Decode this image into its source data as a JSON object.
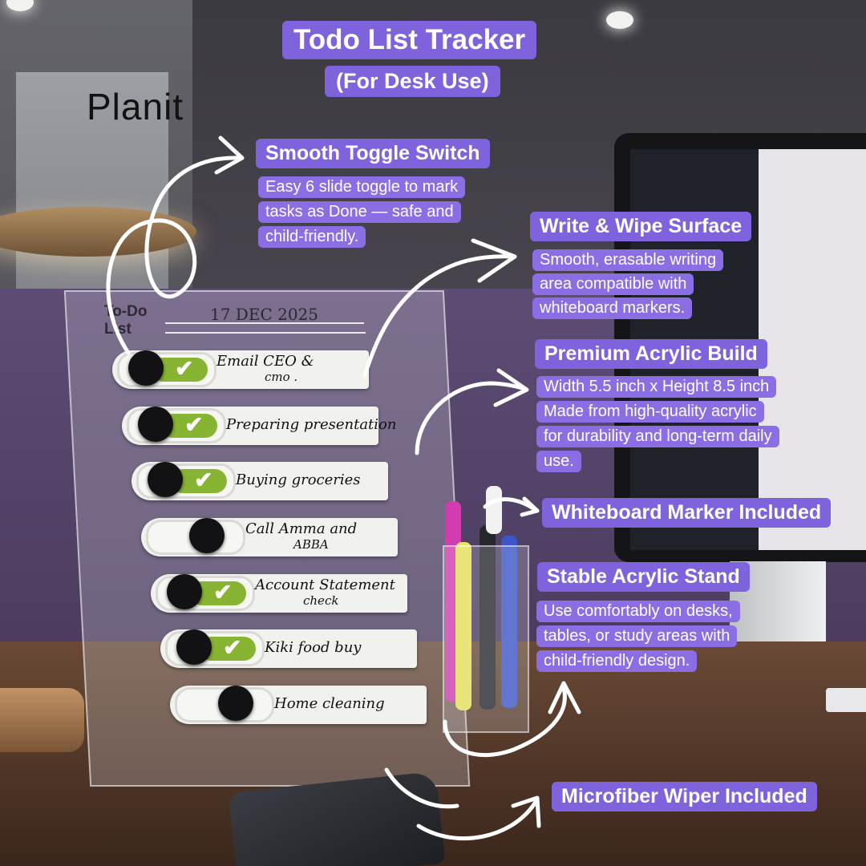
{
  "header": {
    "title": "Todo List Tracker",
    "subtitle": "(For Desk Use)"
  },
  "brand": {
    "logo_text": "Planit"
  },
  "board": {
    "title_line1": "To-Do",
    "title_line2": "List",
    "date": "17 DEC 2025",
    "tasks": [
      {
        "text": "Email CEO &",
        "text2": "cmo .",
        "done": 1
      },
      {
        "text": "Preparing presentation",
        "text2": "",
        "done": 1
      },
      {
        "text": "Buying groceries",
        "text2": "",
        "done": 1
      },
      {
        "text": "Call Amma and",
        "text2": "ABBA",
        "done": 0
      },
      {
        "text": "Account Statement",
        "text2": "check",
        "done": 1
      },
      {
        "text": "Kiki food buy",
        "text2": "",
        "done": 1
      },
      {
        "text": "Home cleaning",
        "text2": "",
        "done": 0
      }
    ]
  },
  "features": {
    "toggle": {
      "title": "Smooth Toggle Switch",
      "lines": [
        "Easy 6 slide toggle to mark",
        "tasks as Done — safe and",
        "child-friendly."
      ]
    },
    "surface": {
      "title": "Write & Wipe Surface",
      "lines": [
        "Smooth, erasable writing",
        "area compatible with",
        "whiteboard markers."
      ]
    },
    "acrylic": {
      "title": "Premium Acrylic Build",
      "lines": [
        "Width 5.5 inch x Height 8.5 inch",
        "Made from high-quality acrylic",
        "for durability and long-term daily",
        "use."
      ]
    },
    "marker": {
      "title": "Whiteboard Marker Included"
    },
    "stand": {
      "title": "Stable Acrylic Stand",
      "lines": [
        "Use comfortably on desks,",
        "tables, or study areas with",
        "child-friendly design."
      ]
    },
    "wiper": {
      "title": "Microfiber Wiper Included"
    }
  },
  "colors": {
    "tag_bg": "#7e63dc",
    "tag_text": "#ffffff",
    "toggle_green": "#87b533",
    "panel_purple": "#5d4c74"
  },
  "icons": [
    "check-icon",
    "curved-arrow-icon"
  ]
}
